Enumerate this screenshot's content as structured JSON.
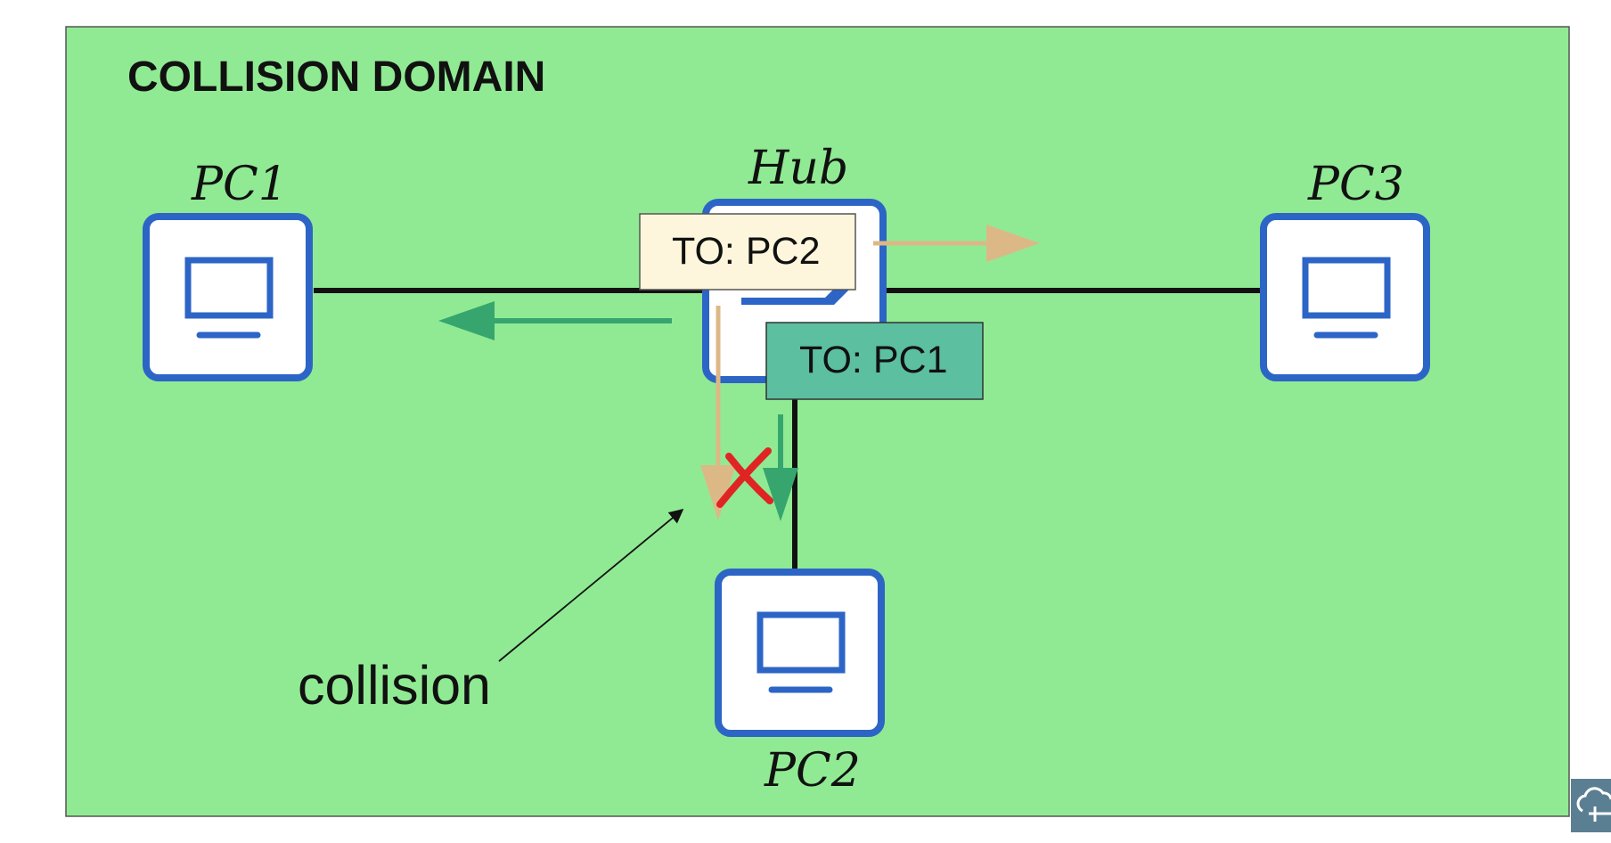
{
  "diagram": {
    "title": "COLLISION DOMAIN",
    "nodes": {
      "pc1": "PC1",
      "hub": "Hub",
      "pc3": "PC3",
      "pc2": "PC2"
    },
    "frames": {
      "to_pc2": "TO: PC2",
      "to_pc1": "TO: PC1"
    },
    "collision_label": "collision",
    "colors": {
      "domain_background": "#90ea93",
      "device_border": "#2c65c6",
      "frame_to_pc2": "#fdf6dc",
      "frame_to_pc1": "#5cbf9f",
      "arrow_to_pc2": "#ddb887",
      "arrow_to_pc1": "#36a66e",
      "collision_mark": "#e02424"
    }
  },
  "icons": {
    "pc": "computer-monitor-icon",
    "hub": "hub-icon",
    "collision": "x-mark-icon",
    "corner": "cloud-logo-icon"
  }
}
